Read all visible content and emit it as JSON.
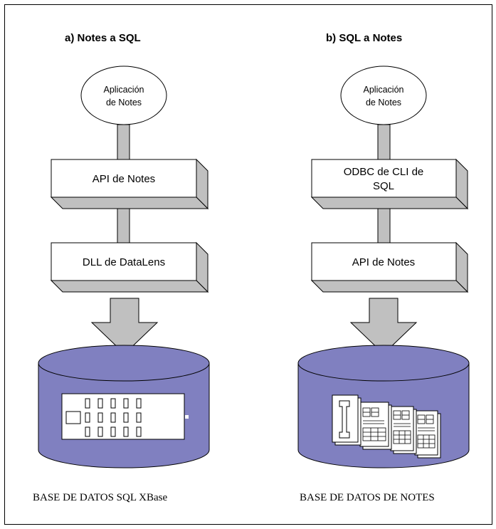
{
  "left": {
    "heading": "a) Notes a SQL",
    "app": {
      "line1": "Aplicación",
      "line2": "de Notes"
    },
    "box1": {
      "line1": "API de Notes"
    },
    "box2": {
      "line1": "DLL de DataLens"
    },
    "caption": "BASE DE DATOS SQL XBase"
  },
  "right": {
    "heading": "b) SQL a Notes",
    "app": {
      "line1": "Aplicación",
      "line2": "de Notes"
    },
    "box1": {
      "line1": "ODBC de CLI de",
      "line2": "SQL"
    },
    "box2": {
      "line1": "API de Notes"
    },
    "caption": "BASE DE DATOS DE NOTES"
  },
  "colors": {
    "cylinder": "#8080c0",
    "connector": "#c0c0c0",
    "box_side": "#c0c0c0",
    "box_front": "#ffffff"
  },
  "icons": {
    "left_database": "table-grid-icon",
    "right_database": "notes-documents-icon"
  }
}
